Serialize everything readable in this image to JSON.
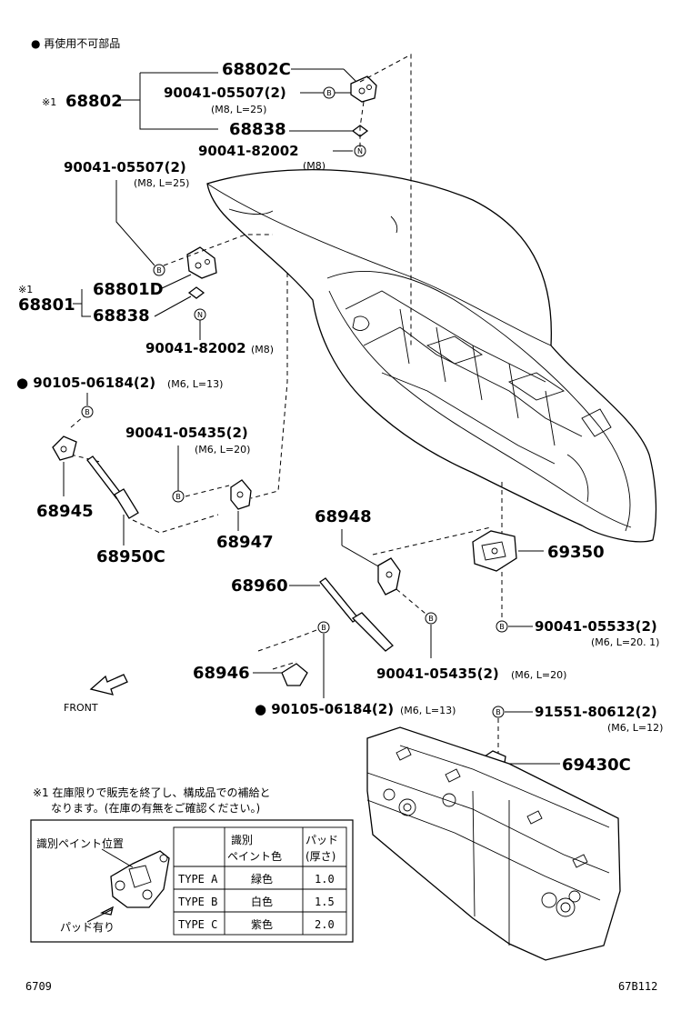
{
  "note_top": "● 再使用不可部品",
  "labels": {
    "p68802C": "68802C",
    "p68802": "68802",
    "mark1a": "※1",
    "p90041_05507_a": "90041-05507(2)",
    "spec_m8_l25_a": "(M8, L=25)",
    "p68838_a": "68838",
    "p90041_82002_a": "90041-82002",
    "spec_m8_a": "(M8)",
    "p90041_05507_b": "90041-05507(2)",
    "spec_m8_l25_b": "(M8, L=25)",
    "mark1b": "※1",
    "p68801": "68801",
    "p68801D": "68801D",
    "p68838_b": "68838",
    "p90041_82002_b": "90041-82002",
    "spec_m8_b": "(M8)",
    "p90105_06184_a": "● 90105-06184(2)",
    "spec_m6_l13_a": "(M6, L=13)",
    "p90041_05435_a": "90041-05435(2)",
    "spec_m6_l20_a": "(M6, L=20)",
    "p68945": "68945",
    "p68947": "68947",
    "p68950C": "68950C",
    "p68948": "68948",
    "p69350": "69350",
    "p68960": "68960",
    "p90041_05533": "90041-05533(2)",
    "spec_m6_l201": "(M6, L=20. 1)",
    "p68946": "68946",
    "p90041_05435_b": "90041-05435(2)",
    "spec_m6_l20_b": "(M6, L=20)",
    "p90105_06184_b": "● 90105-06184(2)",
    "spec_m6_l13_b": "(M6, L=13)",
    "p91551_80612": "91551-80612(2)",
    "spec_m6_l12": "(M6, L=12)",
    "p69430C": "69430C",
    "front": "FRONT"
  },
  "callouts": {
    "B": "B",
    "N": "N"
  },
  "footnote": {
    "line1": "※1 在庫限りで販売を終了し、構成品での補給と",
    "line2": "なります。(在庫の有無をご確認ください。)"
  },
  "legend": {
    "paint_position": "識別ペイント位置",
    "pad": "パッド有り",
    "header_paint_1": "識別",
    "header_paint_2": "ペイント色",
    "header_pad_1": "パッド",
    "header_pad_2": "(厚さ)",
    "rows": [
      {
        "type": "TYPE A",
        "color": "緑色",
        "thickness": "1.0"
      },
      {
        "type": "TYPE B",
        "color": "白色",
        "thickness": "1.5"
      },
      {
        "type": "TYPE C",
        "color": "紫色",
        "thickness": "2.0"
      }
    ]
  },
  "footer_left": "6709",
  "footer_right": "67B112"
}
